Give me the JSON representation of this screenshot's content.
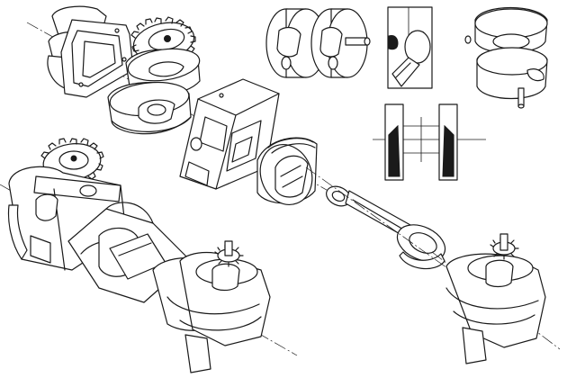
{
  "figure": {
    "views": [
      {
        "id": "exploded-assembly",
        "parts": [
          "engine-block",
          "cam-disc",
          "sprocket-gear",
          "crankcase-halves",
          "piston",
          "connecting-rod",
          "crank-housing"
        ]
      },
      {
        "id": "assembled-upper-left",
        "parts": [
          "engine-block",
          "sprocket-gear",
          "piston",
          "crank-housing"
        ]
      },
      {
        "id": "assembled-lower-right",
        "parts": [
          "sprocket-gear",
          "crank-housing"
        ]
      },
      {
        "id": "rotary-valve-detail",
        "parts": [
          "valve-disc-pair",
          "shaft"
        ]
      },
      {
        "id": "section-view-top",
        "parts": [
          "valve-port"
        ]
      },
      {
        "id": "section-view-bottom",
        "parts": [
          "valve-section-left",
          "valve-section-right",
          "shaft"
        ]
      },
      {
        "id": "valve-disc-assembled",
        "parts": [
          "valve-disc-pair",
          "shaft"
        ]
      }
    ]
  }
}
